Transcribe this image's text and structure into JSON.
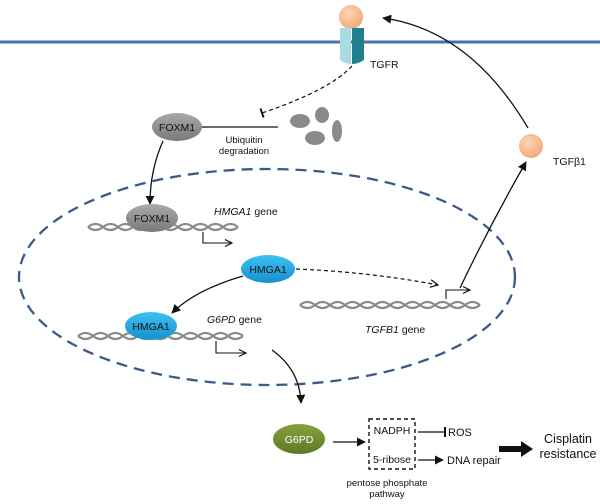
{
  "nodes": {
    "tgfr": "TGFR",
    "foxm1": "FOXM1",
    "foxm1_bound": "FOXM1",
    "hmga1": "HMGA1",
    "hmga1_bound": "HMGA1",
    "tgfb1_protein": "TGFβ1",
    "g6pd_protein": "G6PD"
  },
  "genes": {
    "hmga1_gene_name": "HMGA1",
    "g6pd_gene_name": "G6PD",
    "tgfb1_gene_name": "TGFB1",
    "gene_word": "gene"
  },
  "labels": {
    "ubiquitin_line1": "Ubiquitin",
    "ubiquitin_line2": "degradation",
    "nadph": "NADPH",
    "ribose": "5-ribose",
    "ros": "ROS",
    "dna_repair": "DNA repair",
    "pentose_line1": "pentose phosphate",
    "pentose_line2": "pathway",
    "cisplatin_line1": "Cisplatin",
    "cisplatin_line2": "resistance"
  },
  "colors": {
    "membrane": "#4a6fb0",
    "nucleus_border": "#3a5a8a",
    "foxm1": "#8c8c8c",
    "hmga1": "#1aa3e0",
    "ligand": "#f5b98c",
    "g6pd": "#6f8a2f",
    "receptor_light": "#a7dce4",
    "receptor_dark": "#1f7f8c",
    "dna_strand": "#8a8a8a",
    "fragments": "#8a8a8a"
  }
}
